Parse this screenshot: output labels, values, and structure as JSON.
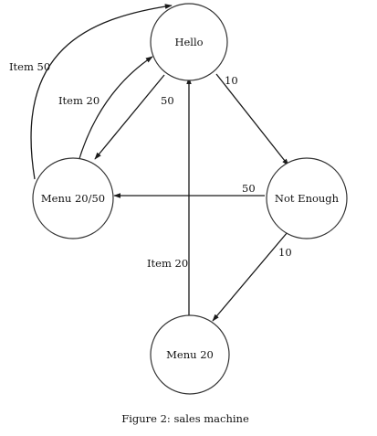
{
  "diagram": {
    "nodes": {
      "hello": "Hello",
      "menu_20_50": "Menu 20/50",
      "not_enough": "Not Enough",
      "menu_20": "Menu 20"
    },
    "edges": {
      "menu_20_50_to_hello_item50": "Item 50",
      "menu_20_50_to_hello_item20": "Item 20",
      "hello_to_menu_20_50": "50",
      "hello_to_not_enough": "10",
      "not_enough_to_menu_20_50": "50",
      "not_enough_to_menu_20": "10",
      "menu_20_to_hello": "Item 20"
    },
    "caption": "Figure 2: sales machine"
  }
}
